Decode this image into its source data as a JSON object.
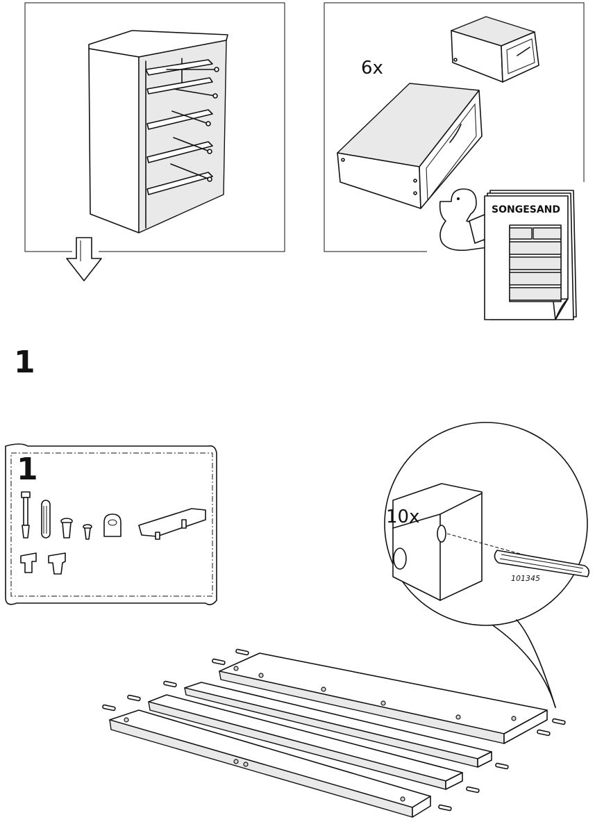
{
  "overview": {
    "drawers_count": "6x",
    "booklet_title": "SONGESAND"
  },
  "step": {
    "number": "1",
    "bag_number": "1",
    "dowel_count": "10x",
    "dowel_part_number": "101345"
  },
  "icons": [
    "down-arrow-icon",
    "read-manual-person-icon",
    "hardware-bag-icon",
    "dowel-icon",
    "cam-lock-icon",
    "screw-icon"
  ]
}
